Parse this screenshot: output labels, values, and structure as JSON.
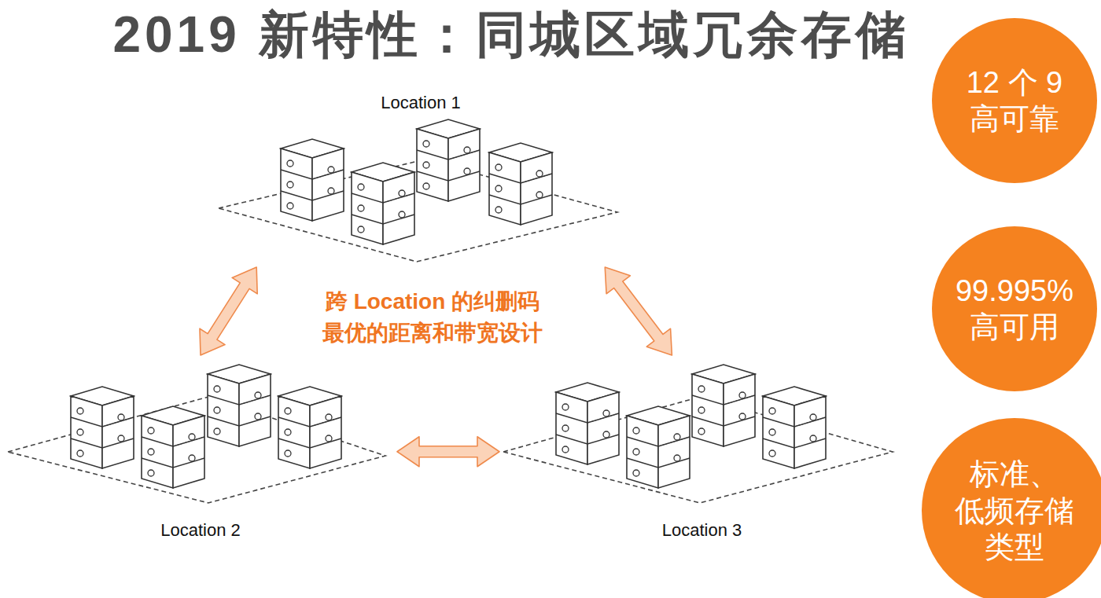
{
  "diagram": {
    "title": "2019 新特性：同城区域冗余存储",
    "nodes": [
      {
        "text": [
          "Location 1"
        ]
      },
      {
        "text": [
          "Location 2"
        ]
      },
      {
        "text": [
          "Location 3"
        ]
      },
      {
        "text": [
          "12 个 9",
          "高可靠"
        ]
      },
      {
        "text": [
          "99.995%",
          "高可用"
        ]
      },
      {
        "text": [
          "标准、",
          "低频存储类型"
        ]
      }
    ],
    "edges": [
      {
        "from": 0,
        "to": 1,
        "arrow": "both"
      },
      {
        "from": 0,
        "to": 2,
        "arrow": "both"
      },
      {
        "from": 1,
        "to": 2,
        "arrow": "both"
      }
    ],
    "labels": [
      "跨 Location 的纠删码",
      "最优的距离和带宽设计"
    ]
  }
}
